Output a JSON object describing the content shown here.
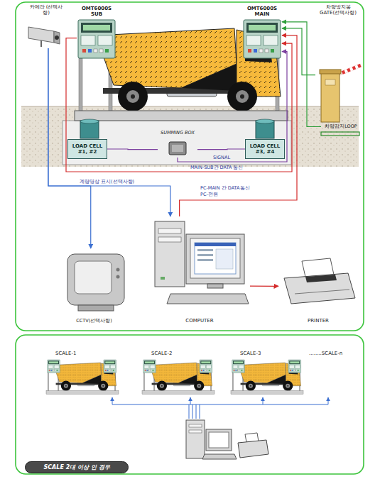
{
  "diagram": {
    "nodes": [
      {
        "text": [
          "카메라 (선택사항)"
        ]
      },
      {
        "text": [
          "OMT6000S SUB"
        ]
      },
      {
        "text": [
          "OMT6000S MAIN"
        ]
      },
      {
        "text": [
          "차량방지봉 GATE(선택사항)"
        ]
      },
      {
        "text": [
          "차량감지LOOP"
        ]
      },
      {
        "text": [
          "SUMMING BOX"
        ]
      },
      {
        "text": [
          "LOAD CELL #1, #2"
        ]
      },
      {
        "text": [
          "LOAD CELL #3, #4"
        ]
      },
      {
        "text": [
          "CCTV(선택사항)"
        ]
      },
      {
        "text": [
          "COMPUTER"
        ]
      },
      {
        "text": [
          "PRINTER"
        ]
      },
      {
        "text": [
          "SCALE-1"
        ]
      },
      {
        "text": [
          "SCALE-2"
        ]
      },
      {
        "text": [
          "SCALE-3"
        ]
      },
      {
        "text": [
          "........SCALE-n"
        ]
      },
      {
        "text": [
          "SCALE 2대 이상 인 경우"
        ]
      }
    ],
    "edges": [
      {
        "from": 6,
        "to": 5,
        "arrow": "none"
      },
      {
        "from": 7,
        "to": 5,
        "arrow": "none"
      },
      {
        "from": 5,
        "to": 2,
        "label": "SIGNAL",
        "arrow": "to"
      },
      {
        "from": 1,
        "to": 2,
        "label": "MAIN-SUB간 DATA 통신",
        "arrow": "to"
      },
      {
        "from": 0,
        "to": 9,
        "label": "계량영상 표시(선택사항)",
        "arrow": "to"
      },
      {
        "from": 0,
        "to": 8,
        "arrow": "to"
      },
      {
        "from": 9,
        "to": 2,
        "label": "PC-MAIN 간 DATA통신",
        "arrow": "to"
      },
      {
        "from": 3,
        "to": 2,
        "arrow": "to"
      },
      {
        "from": 4,
        "to": 2,
        "arrow": "to"
      },
      {
        "from": 9,
        "to": 10,
        "arrow": "to"
      }
    ],
    "labels": [
      "PC-전원"
    ]
  }
}
